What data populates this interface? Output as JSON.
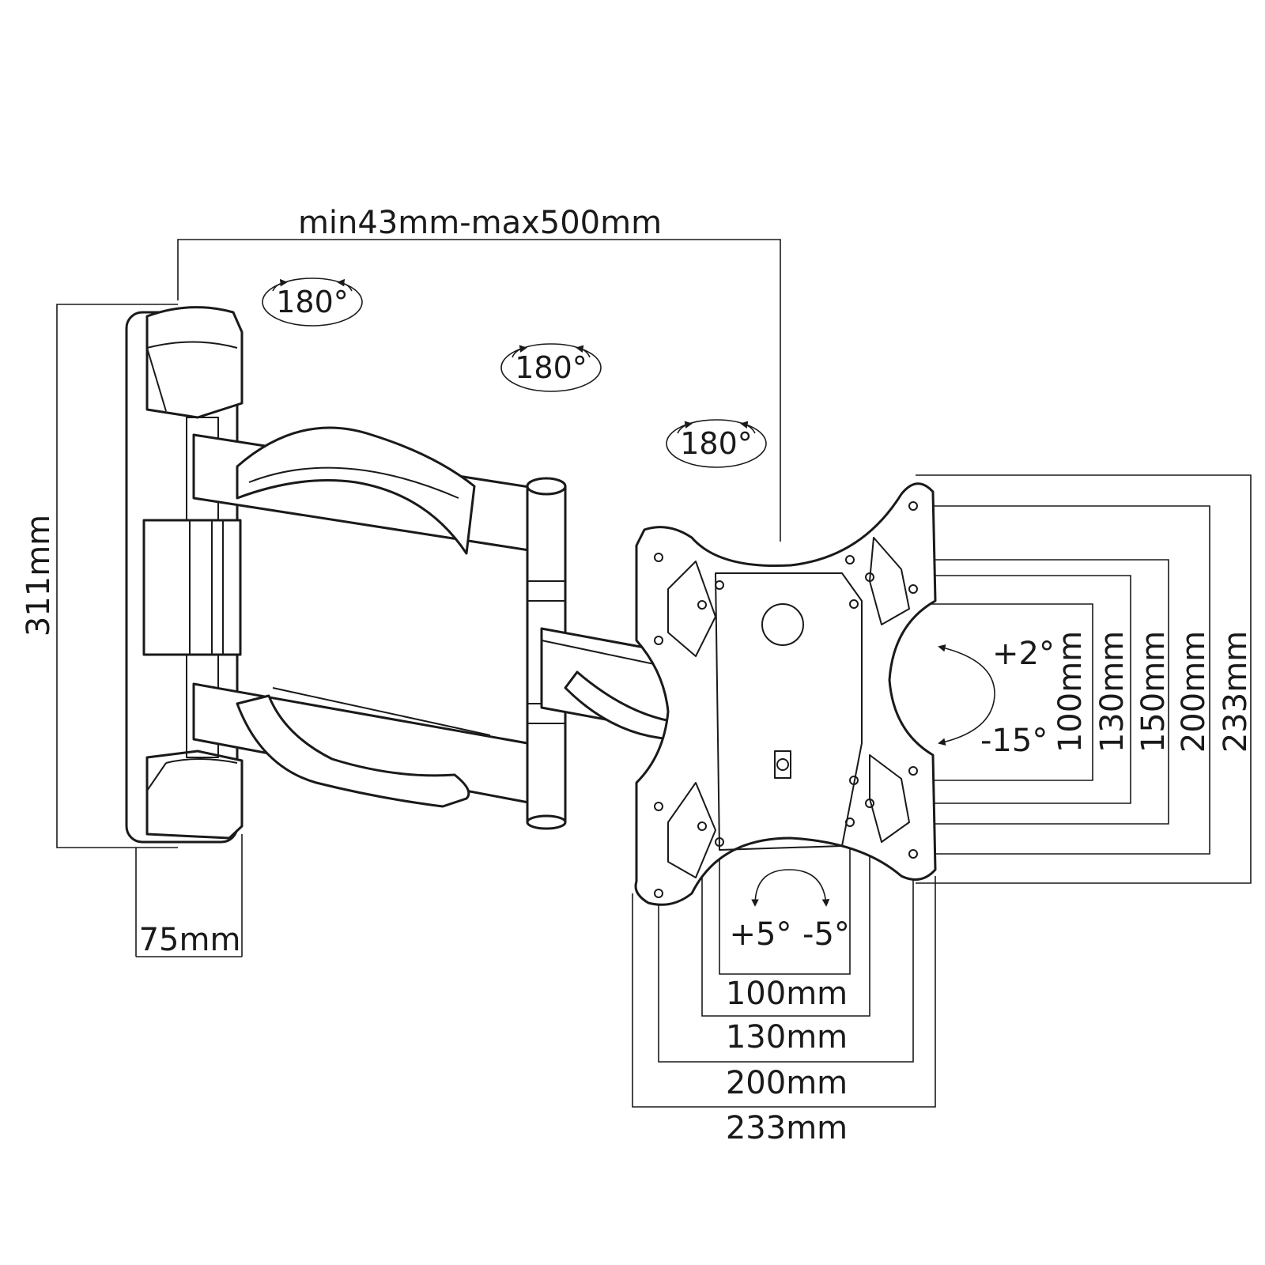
{
  "labels": {
    "depth_range": "min43mm-max500mm",
    "height": "311mm",
    "wall_plate_width": "75mm",
    "swivel_1": "180°",
    "swivel_2": "180°",
    "swivel_3": "180°",
    "tilt_up": "+2°",
    "tilt_down": "-15°",
    "rotate_plus": "+5°",
    "rotate_minus": "-5°",
    "vesa_h_100": "100mm",
    "vesa_h_130": "130mm",
    "vesa_h_200": "200mm",
    "vesa_h_233": "233mm",
    "vesa_v_100": "100mm",
    "vesa_v_130": "130mm",
    "vesa_v_150": "150mm",
    "vesa_v_200": "200mm",
    "vesa_v_233": "233mm"
  },
  "colors": {
    "line": "#1a1a1a",
    "background": "#ffffff"
  }
}
